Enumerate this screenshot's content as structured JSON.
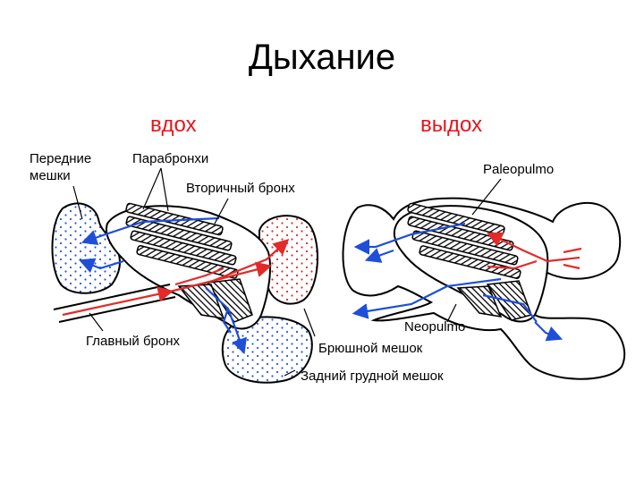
{
  "title": "Дыхание",
  "subtitles": {
    "inhale": "вдох",
    "exhale": "выдох"
  },
  "labels": {
    "anterior_sacs_line1": "Передние",
    "anterior_sacs_line2": "мешки",
    "parabronchi": "Парабронхи",
    "secondary_bronchus": "Вторичный бронх",
    "main_bronchus": "Главный бронх",
    "abdominal_sac": "Брюшной мешок",
    "posterior_thoracic_sac": "Задний грудной мешок",
    "paleopulmo": "Paleopulmo",
    "neopulmo": "Neopulmo"
  },
  "colors": {
    "accent_red": "#e8141a",
    "arrow_red": "#e22a2a",
    "arrow_blue": "#1f4fd8",
    "dots_blue": "#2a55d6",
    "dots_red": "#d23030"
  }
}
